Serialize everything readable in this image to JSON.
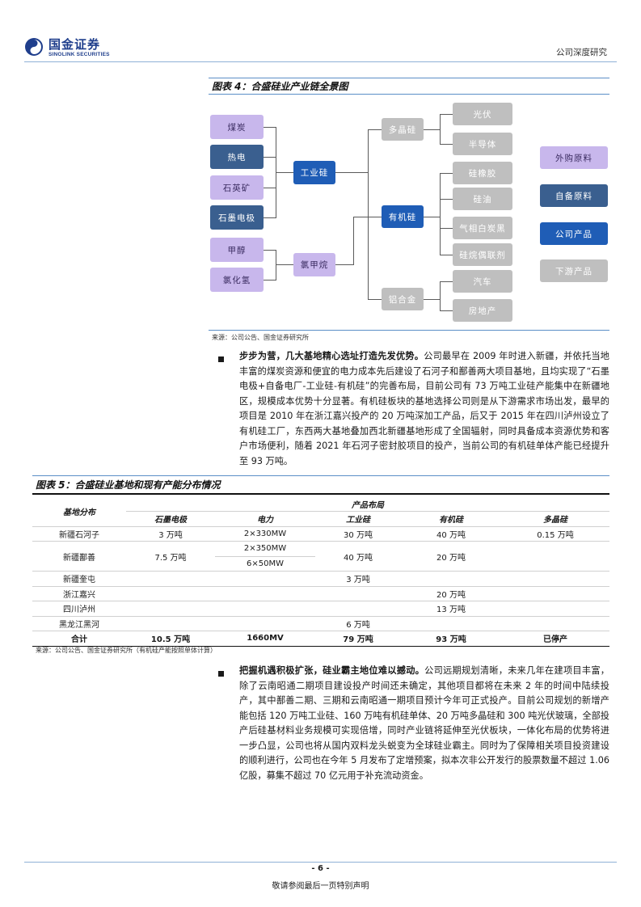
{
  "header": {
    "logo_cn": "国金证券",
    "logo_en": "SINOLINK SECURITIES",
    "report_type": "公司深度研究"
  },
  "figure4": {
    "title": "图表 4：合盛硅业产业链全景图",
    "inputs": [
      "煤炭",
      "热电",
      "石英矿",
      "石墨电极",
      "甲醇",
      "氯化氢"
    ],
    "mid": [
      "工业硅",
      "氯甲烷"
    ],
    "products": [
      "多晶硅",
      "有机硅",
      "铝合金"
    ],
    "downstream": [
      "光伏",
      "半导体",
      "硅橡胶",
      "硅油",
      "气相白炭黑",
      "硅烷偶联剂",
      "汽车",
      "房地产"
    ],
    "legend": [
      "外购原料",
      "自备原料",
      "公司产品",
      "下游产品"
    ],
    "colors": {
      "purchased": "#c8b7ec",
      "self": "#3a5f8f",
      "company": "#1f5db6",
      "downstream": "#bfbfbf"
    },
    "source": "来源：公司公告、国金证券研究所"
  },
  "para1": {
    "bold": "步步为营，几大基地精心选址打造先发优势。",
    "text": "公司最早在 2009 年时进入新疆，并依托当地丰富的煤炭资源和便宜的电力成本先后建设了石河子和鄯善两大项目基地，且均实现了“石墨电极+自备电厂-工业硅-有机硅”的完善布局，目前公司有 73 万吨工业硅产能集中在新疆地区，规模成本优势十分显著。有机硅板块的基地选择公司则是从下游需求市场出发，最早的项目是 2010 年在浙江嘉兴投产的 20 万吨深加工产品，后又于 2015 年在四川泸州设立了有机硅工厂，东西两大基地叠加西北新疆基地形成了全国辐射，同时具备成本资源优势和客户市场便利，随着 2021 年石河子密封胶项目的投产，当前公司的有机硅单体产能已经提升至 93 万吨。"
  },
  "figure5": {
    "title": "图表 5：合盛硅业基地和现有产能分布情况",
    "header_base": "基地分布",
    "header_group": "产品布局",
    "columns": [
      "石墨电极",
      "电力",
      "工业硅",
      "有机硅",
      "多晶硅"
    ],
    "rows": [
      {
        "base": "新疆石河子",
        "graphite": "3 万吨",
        "power": "2×330MW",
        "power2": "",
        "industrial": "30 万吨",
        "organic": "40 万吨",
        "poly": "0.15 万吨"
      },
      {
        "base": "新疆鄯善",
        "graphite": "7.5 万吨",
        "power": "2×350MW",
        "power2": "6×50MW",
        "industrial": "40 万吨",
        "organic": "20 万吨",
        "poly": ""
      },
      {
        "base": "新疆奎屯",
        "graphite": "",
        "power": "",
        "power2": "",
        "industrial": "3 万吨",
        "organic": "",
        "poly": ""
      },
      {
        "base": "浙江嘉兴",
        "graphite": "",
        "power": "",
        "power2": "",
        "industrial": "",
        "organic": "20 万吨",
        "poly": ""
      },
      {
        "base": "四川泸州",
        "graphite": "",
        "power": "",
        "power2": "",
        "industrial": "",
        "organic": "13 万吨",
        "poly": ""
      },
      {
        "base": "黑龙江黑河",
        "graphite": "",
        "power": "",
        "power2": "",
        "industrial": "6 万吨",
        "organic": "",
        "poly": ""
      }
    ],
    "total": {
      "base": "合计",
      "graphite": "10.5 万吨",
      "power": "1660MV",
      "industrial": "79 万吨",
      "organic": "93 万吨",
      "poly": "已停产"
    },
    "source": "来源：公司公告、国金证券研究所（有机硅产能按照单体计算）"
  },
  "para2": {
    "bold": "把握机遇积极扩张，硅业霸主地位难以撼动。",
    "text": "公司远期规划清晰，未来几年在建项目丰富，除了云南昭通二期项目建设投产时间还未确定，其他项目都将在未来 2 年的时间中陆续投产，其中鄯善二期、三期和云南昭通一期项目预计今年可正式投产。目前公司规划的新增产能包括 120 万吨工业硅、160 万吨有机硅单体、20 万吨多晶硅和 300 吨光伏玻璃，全部投产后硅基材料业务规模可实现倍增，同时产业链将延伸至光伏板块，一体化布局的优势将进一步凸显，公司也将从国内双料龙头蜕变为全球硅业霸主。同时为了保障相关项目投资建设的顺利进行，公司也在今年 5 月发布了定增预案，拟本次非公开发行的股票数量不超过 1.06 亿股，募集不超过 70 亿元用于补充流动资金。"
  },
  "footer": {
    "page": "- 6 -",
    "disclaimer": "敬请参阅最后一页特别声明"
  }
}
